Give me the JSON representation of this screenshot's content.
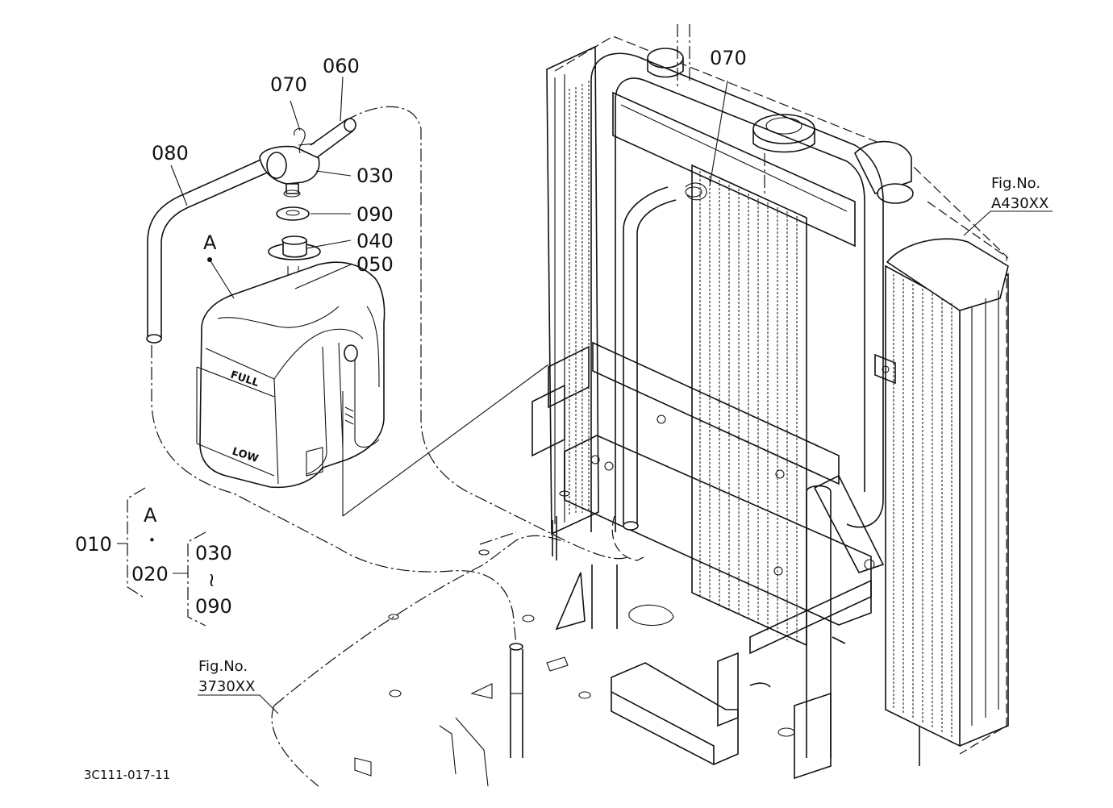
{
  "callouts": {
    "p060": "060",
    "p070_left": "070",
    "p070_right": "070",
    "p080": "080",
    "p030": "030",
    "p090": "090",
    "p040": "040",
    "p050": "050",
    "pointA": "A"
  },
  "tank_marks": {
    "full": "FULL",
    "low": "LOW"
  },
  "assembly_legend": {
    "assembly": "010",
    "ref_A": "A",
    "dot": "•",
    "sub_assembly": "020",
    "range_start": "030",
    "range_sep": "≀",
    "range_end": "090"
  },
  "figure_refs": {
    "radiator_line1": "Fig.No.",
    "radiator_line2": "A430XX",
    "frame_line1": "Fig.No.",
    "frame_line2": "3730XX"
  },
  "drawing_number": "3C111-017-11"
}
